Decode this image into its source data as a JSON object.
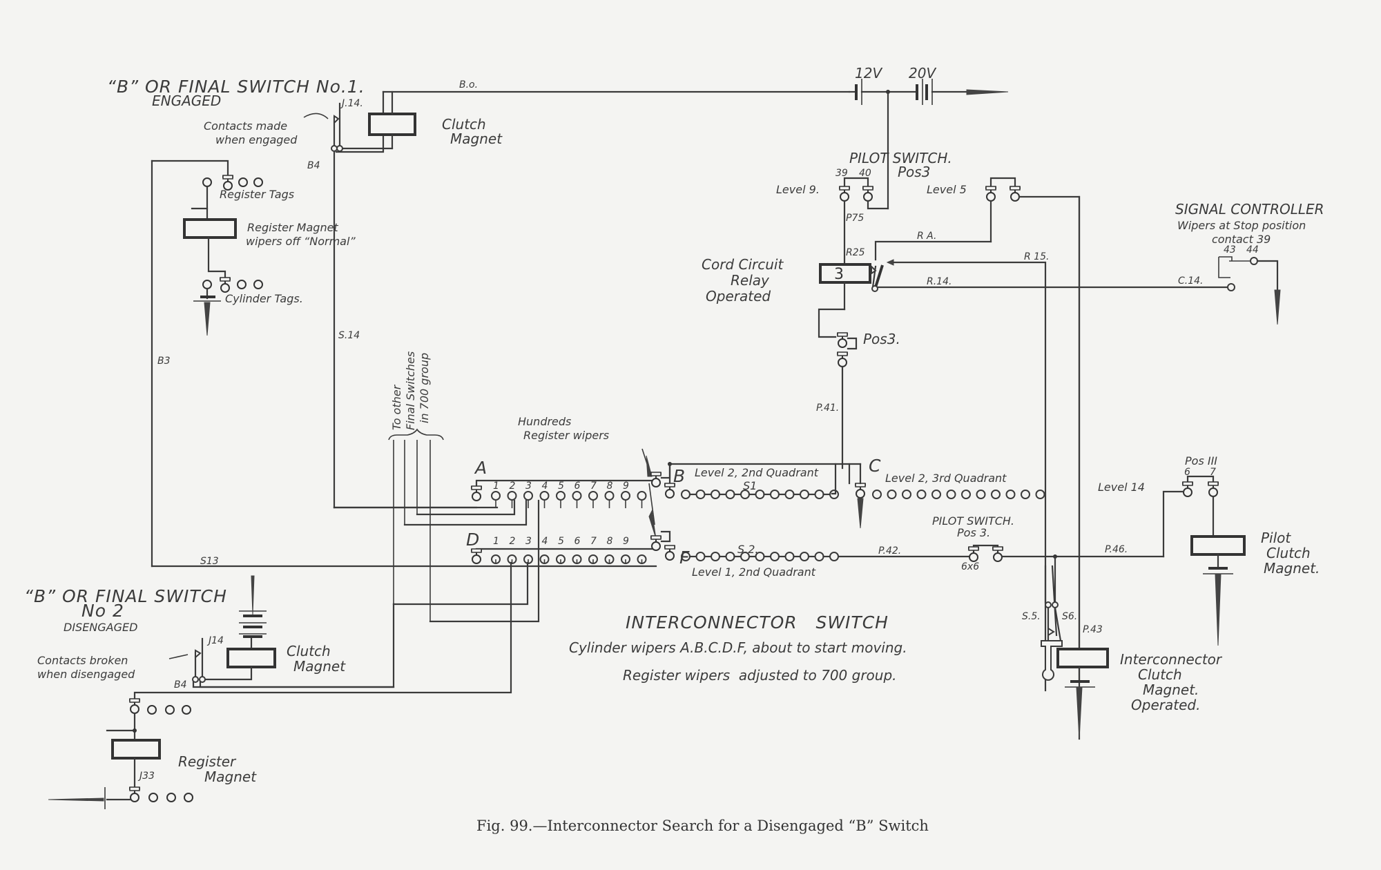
{
  "caption": "Fig. 99.—Interconnector Search for a Disengaged “B” Switch",
  "switch1": {
    "title": "“B” OR FINAL SWITCH No.1.",
    "state": "ENGAGED",
    "contacts_note_1": "Contacts made",
    "contacts_note_2": "when engaged",
    "clutch_label_1": "Clutch",
    "clutch_label_2": "Magnet",
    "register_tags": "Register Tags",
    "register_magnet_1": "Register Magnet",
    "register_magnet_2": "wipers off “Normal”",
    "cylinder_tags": "Cylinder Tags.",
    "j14": "J.14.",
    "b4": "B4"
  },
  "switch2": {
    "title_1": "“B” OR FINAL SWITCH",
    "title_2": "No 2",
    "state": "DISENGAGED",
    "contacts_note_1": "Contacts broken",
    "contacts_note_2": "when disengaged",
    "clutch_label_1": "Clutch",
    "clutch_label_2": "Magnet",
    "register_label_1": "Register",
    "register_label_2": "Magnet",
    "j14": "J14",
    "b4": "B4",
    "j33": "J33"
  },
  "wires": {
    "bo": "B.o.",
    "b3": "B3",
    "s14": "S.14",
    "s13": "S13",
    "p75": "P75",
    "r25": "R25",
    "ra": "R A.",
    "r15": "R 15.",
    "r14": "R.14.",
    "c14": "C.14.",
    "p41": "P.41.",
    "p42": "P.42.",
    "p46": "P.46.",
    "p43": "P.43",
    "s5": "S.5.",
    "s6": "S6."
  },
  "battery": {
    "v1": "12V",
    "v2": "20V"
  },
  "pilot_switch_top": {
    "title": "PILOT SWITCH.",
    "pos": "Pos3",
    "c39": "39",
    "c40": "40",
    "level9": "Level 9.",
    "level5": "Level 5"
  },
  "cord_relay": {
    "number": "3",
    "label_1": "Cord Circuit",
    "label_2": "Relay",
    "label_3": "Operated",
    "pos3": "Pos3."
  },
  "signal_controller": {
    "title": "SIGNAL CONTROLLER",
    "line_1": "Wipers at Stop position",
    "line_2": "contact 39",
    "c43": "43",
    "c44": "44"
  },
  "interconnector": {
    "to_other_1": "To other",
    "to_other_2": "Final Switches",
    "to_other_3": "in 700 group",
    "hundreds_1": "Hundreds",
    "hundreds_2": "Register wipers",
    "bank_a": "A",
    "bank_b": "B",
    "bank_c": "C",
    "bank_d": "D",
    "bank_f": "F",
    "b_level": "Level 2, 2nd Quadrant",
    "c_level": "Level 2, 3rd Quadrant",
    "f_level": "Level 1, 2nd Quadrant",
    "s1": "S1",
    "s2": "S.2.",
    "digits": [
      "1",
      "2",
      "3",
      "4",
      "5",
      "6",
      "7",
      "8",
      "9"
    ],
    "title": "INTERCONNECTOR   SWITCH",
    "line_1": "Cylinder wipers A.B.C.D.F, about to start moving.",
    "line_2": "Register wipers  adjusted to 700 group."
  },
  "pilot_switch_bottom": {
    "title": "PILOT SWITCH.",
    "pos": "Pos 3.",
    "code": "6x6"
  },
  "pilot_clutch": {
    "pos": "Pos III",
    "c6": "6",
    "c7": "7",
    "level14": "Level 14",
    "label_1": "Pilot",
    "label_2": "Clutch",
    "label_3": "Magnet."
  },
  "interconnector_clutch": {
    "label_1": "Interconnector",
    "label_2": "Clutch",
    "label_3": "Magnet.",
    "label_4": "Operated."
  }
}
